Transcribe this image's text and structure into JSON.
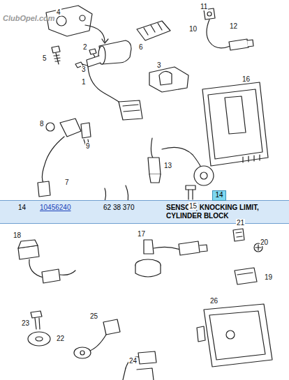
{
  "diagram": {
    "nodes": [
      {
        "text": [
          "14",
          "10456240",
          "62 38 370",
          "SENSOR, KNOCKING LIMIT, CYLINDER BLOCK"
        ]
      },
      {
        "text": [
          "14"
        ]
      }
    ],
    "labels": [
      "ClubOpel.com",
      "4",
      "11",
      "6",
      "12",
      "10",
      "2",
      "5",
      "3",
      "3",
      "1",
      "16",
      "8",
      "9",
      "13",
      "7",
      "15",
      "18",
      "17",
      "21",
      "20",
      "19",
      "25",
      "26",
      "23",
      "22",
      "24"
    ]
  }
}
